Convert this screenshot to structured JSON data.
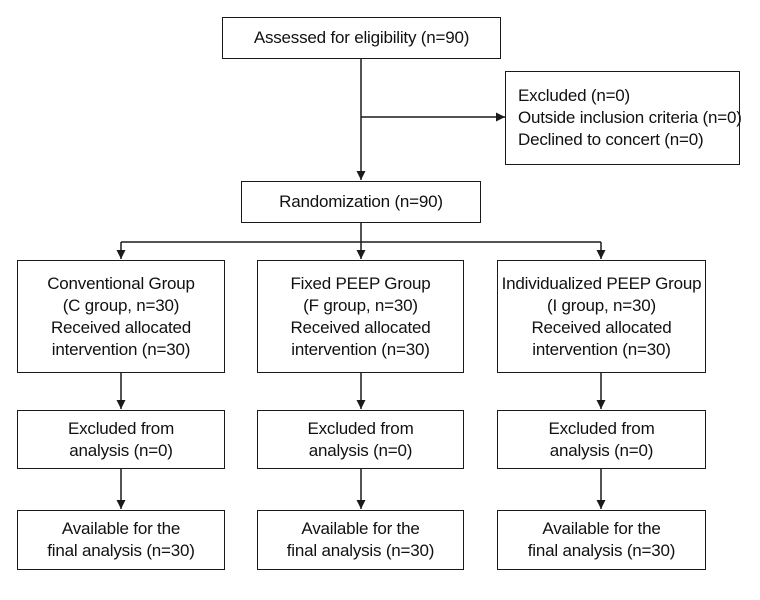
{
  "flowchart": {
    "assessed": {
      "text": "Assessed for eligibility (n=90)"
    },
    "excluded": {
      "line1": "Excluded (n=0)",
      "line2": "Outside inclusion criteria (n=0)",
      "line3": "Declined to concert (n=0)"
    },
    "randomization": {
      "text": "Randomization (n=90)"
    },
    "groups": [
      {
        "name": "Conventional Group",
        "subtitle": "(C group, n=30)",
        "received": "Received allocated",
        "intervention": "intervention (n=30)",
        "excluded_line1": "Excluded from",
        "excluded_line2": "analysis (n=0)",
        "available_line1": "Available for the",
        "available_line2": "final analysis (n=30)"
      },
      {
        "name": "Fixed PEEP Group",
        "subtitle": "(F group, n=30)",
        "received": "Received allocated",
        "intervention": "intervention (n=30)",
        "excluded_line1": "Excluded from",
        "excluded_line2": "analysis (n=0)",
        "available_line1": "Available for the",
        "available_line2": "final analysis (n=30)"
      },
      {
        "name": "Individualized PEEP Group",
        "subtitle": "(I group, n=30)",
        "received": "Received allocated",
        "intervention": "intervention (n=30)",
        "excluded_line1": "Excluded from",
        "excluded_line2": "analysis (n=0)",
        "available_line1": "Available for the",
        "available_line2": "final analysis (n=30)"
      }
    ]
  }
}
